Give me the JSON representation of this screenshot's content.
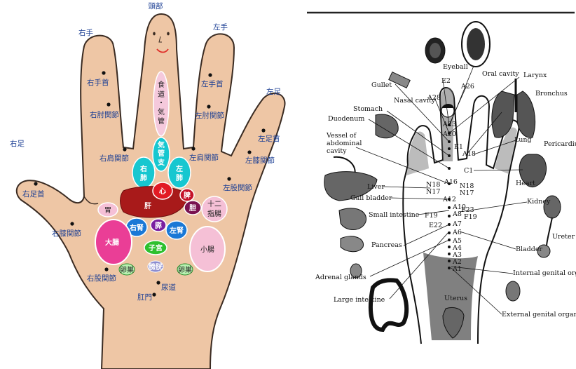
{
  "left": {
    "head": "頭部",
    "right_hand": "右手",
    "left_hand": "左手",
    "right_foot": "右足",
    "left_foot": "左足",
    "points": {
      "right_wrist": "右手首",
      "left_wrist": "左手首",
      "right_elbow": "右肘関節",
      "left_elbow": "左肘関節",
      "right_shoulder": "右肩関節",
      "left_shoulder": "左肩関節",
      "right_ankle": "右足首",
      "left_ankle": "左足首",
      "right_knee": "右膝関節",
      "left_knee": "左膝関節",
      "right_hip": "右股関節",
      "left_hip": "左股関節",
      "urethra": "尿道",
      "anus": "肛門"
    },
    "organs": {
      "esophagus_a": "食",
      "esophagus_b": "道",
      "esophagus_c": "・",
      "esophagus_d": "気",
      "esophagus_e": "管",
      "bronchus_a": "気",
      "bronchus_b": "管",
      "bronchus_c": "支",
      "right_lung_a": "右",
      "right_lung_b": "肺",
      "left_lung_a": "左",
      "left_lung_b": "肺",
      "heart": "心",
      "liver": "肝",
      "spleen": "脾",
      "gallbladder": "胆",
      "duodenum_a": "十二",
      "duodenum_b": "指腸",
      "stomach": "胃",
      "pancreas": "膵",
      "right_kidney": "右腎",
      "left_kidney": "左腎",
      "large_intestine": "大腸",
      "small_intestine": "小腸",
      "uterus": "子宮",
      "ovary_left": "卵巣",
      "ovary_right": "卵巣",
      "bladder": "膀胱"
    }
  },
  "right": {
    "labels": {
      "eyeball": "Eyeball",
      "oral_cavity": "Oral cavity",
      "larynx": "Larynx",
      "gullet": "Gullet",
      "nasal_cavity": "Nasal cavity",
      "stomach": "Stomach",
      "duodenum": "Duodenum",
      "bronchus": "Bronchus",
      "vessel_a": "Vessel of",
      "vessel_b": "abdominal",
      "vessel_c": "cavity",
      "lung": "Lung",
      "pericardium": "Pericardium",
      "heart": "Heart",
      "liver": "Liver",
      "gall_bladder": "Gall bladder",
      "kidney": "Kidney",
      "small_intestine": "Small intestine",
      "ureter": "Ureter",
      "pancreas": "Pancreas",
      "bladder": "Bladder",
      "adrenal": "Adrenal glands",
      "internal_genital": "Internal genital organs",
      "large_intestine": "Large intestine",
      "uterus": "Uterus",
      "external_genital": "External genital organs"
    },
    "codes": {
      "e2": "E2",
      "a28": "A28",
      "a26": "A26",
      "a23": "A23",
      "a20": "A20",
      "e1": "E1",
      "a18": "A18",
      "c1": "C1",
      "a16": "A16",
      "n18l": "N18",
      "n17l": "N17",
      "n18r": "N18",
      "n17r": "N17",
      "a12": "A12",
      "a10": "A10",
      "a8": "A8",
      "f19l": "F19",
      "f19r": "F19",
      "e22": "E22",
      "a7": "A7",
      "a6": "A6",
      "a5": "A5",
      "a4": "A4",
      "a3": "A3",
      "a2": "A2",
      "a1": "A1",
      "f23": "F23"
    }
  }
}
